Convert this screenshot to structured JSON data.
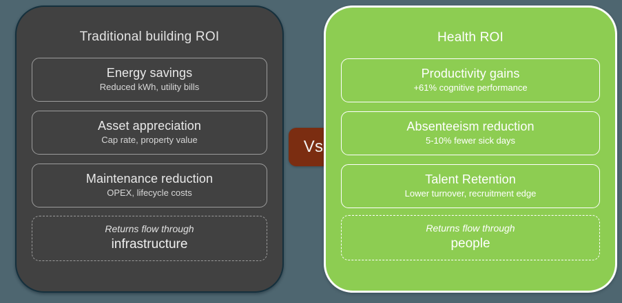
{
  "background_color": "#4e6670",
  "vs_badge": {
    "label": "Vs",
    "color": "#7b2d11"
  },
  "left_panel": {
    "title": "Traditional building ROI",
    "background_color": "#414141",
    "items": [
      {
        "title": "Energy savings",
        "subtitle": "Reduced kWh, utility bills"
      },
      {
        "title": "Asset appreciation",
        "subtitle": "Cap rate, property value"
      },
      {
        "title": "Maintenance reduction",
        "subtitle": "OPEX, lifecycle costs"
      }
    ],
    "footer": {
      "lead": "Returns flow through",
      "strong": "infrastructure"
    }
  },
  "right_panel": {
    "title": "Health ROI",
    "background_color": "#8dcd52",
    "items": [
      {
        "title": "Productivity gains",
        "subtitle": "+61% cognitive performance"
      },
      {
        "title": "Absenteeism reduction",
        "subtitle": "5-10% fewer sick days"
      },
      {
        "title": "Talent Retention",
        "subtitle": "Lower turnover, recruitment edge"
      }
    ],
    "footer": {
      "lead": "Returns flow through",
      "strong": "people"
    }
  }
}
